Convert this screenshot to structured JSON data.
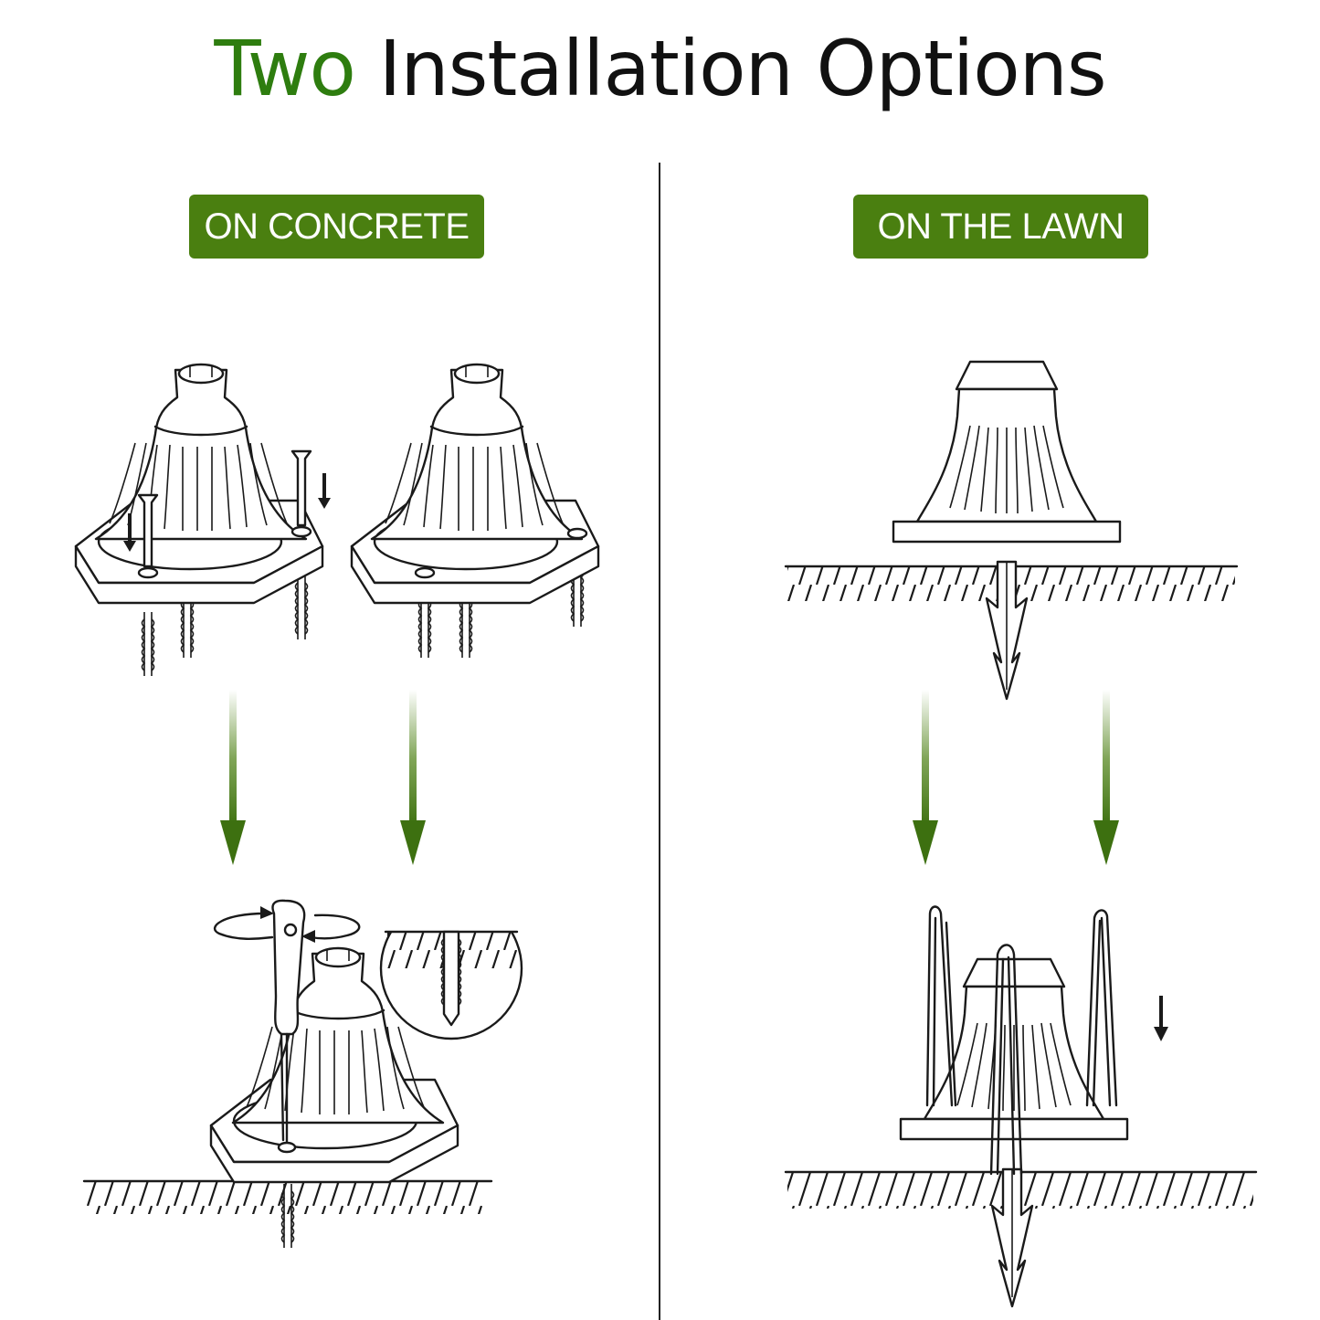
{
  "title": {
    "accent": "Two",
    "rest": " Installation Options"
  },
  "options": [
    {
      "label": "ON CONCRETE"
    },
    {
      "label": "ON THE LAWN"
    }
  ],
  "colors": {
    "accent": "#4a7f10",
    "title_accent": "#2e7d0f",
    "line": "#1a1a1a"
  }
}
